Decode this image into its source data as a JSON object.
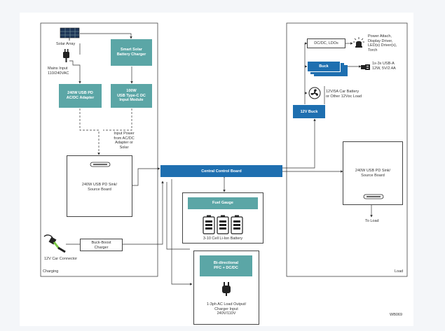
{
  "regions": {
    "charging": "Charging",
    "load": "Load"
  },
  "sources": {
    "solar_array": "Solar Array",
    "mains_input": "Mains Input\n110/240VAC",
    "car_connector": "12V Car Connector",
    "input_power_note": "Input Power\nfrom AC/DC\nAdapter or\nSolar"
  },
  "blocks": {
    "smart_solar": "Smart Solar\nBattery Charger",
    "usb_pd_adapter": "240W USB PD\nAC/DC Adapter",
    "usbc_input": "100W\nUSB Type-C DC\nInput Module",
    "usb_pd_sink_left": "240W USB PD Sink/\nSource Board",
    "buck_boost": "Buck-Boost\nCharger",
    "central_control": "Central Control Board",
    "fuel_gauge": "Fuel Gauge",
    "battery": "3-10 Cell Li-Ion Battery",
    "bidirectional": "Bi-directional\nPFC + DC/DC",
    "ac_output": "1-3ph AC Load Output/\nCharger Input\n240V/110V",
    "dcdc_ldos": "DC/DC, LDOs",
    "buck": "Buck",
    "buck_12v": "12V Buck",
    "usb_pd_sink_right": "240W USB PD Sink/\nSource Board",
    "to_load": "To Load"
  },
  "loads": {
    "power_attach": "Power Attach,\nDisplay Driver,\nLED(s) Driver(s),\nTorch",
    "usb_a": "1x-3x USB-A\n12W, 5V/2.4A",
    "car_battery": "12V/5A Car Battery\nor Other 12Vᴅᴄ Load"
  },
  "figure_id": "WB069",
  "colors": {
    "teal": "#5ba6a6",
    "blue": "#1e6fb0",
    "line": "#333333"
  }
}
